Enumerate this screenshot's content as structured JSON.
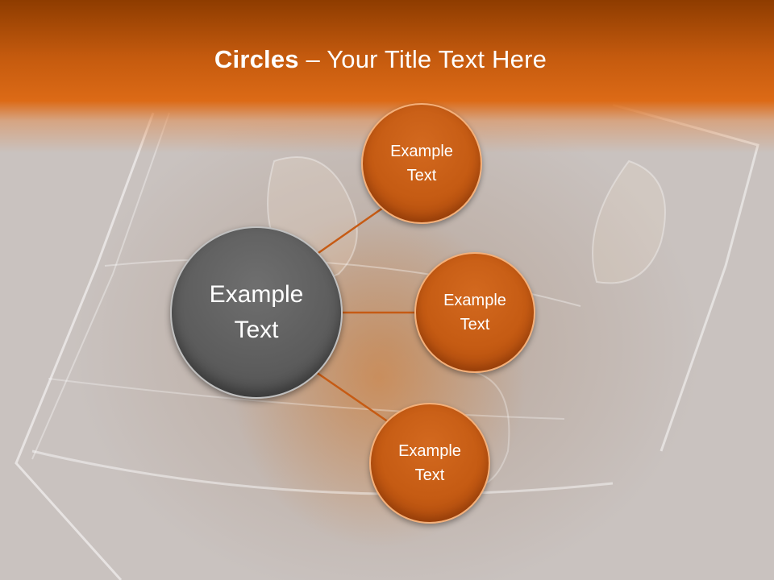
{
  "title": {
    "bold": "Circles",
    "rest": " – Your Title Text Here"
  },
  "center_circle": {
    "label": "Example\nText"
  },
  "outer_circles": [
    {
      "label": "Example\nText"
    },
    {
      "label": "Example\nText"
    },
    {
      "label": "Example\nText"
    }
  ],
  "colors": {
    "title_band": "#c45a0e",
    "outer_circle": "#c55b13",
    "center_circle": "#5c5c5c",
    "connector": "#c65b14",
    "background": "#c9c2bf"
  }
}
